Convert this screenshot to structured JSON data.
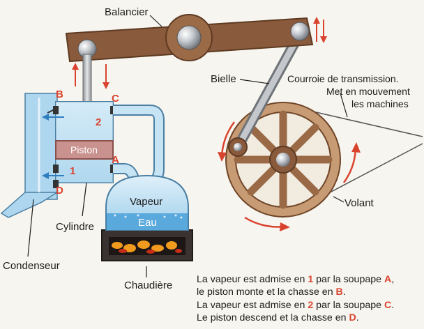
{
  "labels": {
    "balancier": "Balancier",
    "bielle": "Bielle",
    "courroie_1": "Courroie de transmission.",
    "courroie_2": "Met en mouvement",
    "courroie_3": "les machines",
    "volant": "Volant",
    "piston": "Piston",
    "vapeur": "Vapeur",
    "eau": "Eau",
    "cylindre": "Cylindre",
    "condenseur": "Condenseur",
    "chaudiere": "Chaudière"
  },
  "markers": {
    "a": "A",
    "b": "B",
    "c": "C",
    "d": "D",
    "one": "1",
    "two": "2"
  },
  "caption": {
    "line1": [
      "La vapeur est admise en ",
      "1",
      " par la soupape ",
      "A",
      ","
    ],
    "line2": [
      "le piston monte et la chasse en ",
      "B",
      "."
    ],
    "line3": [
      "La vapeur est admise en ",
      "2",
      " par la soupape ",
      "C",
      "."
    ],
    "line4": [
      "Le piston descend et la chasse en ",
      "D",
      "."
    ]
  },
  "colors": {
    "wood": "#8a5a3c",
    "steam_blue": "#b9dcef",
    "water_blue": "#5aa9dd",
    "piston": "#c9928f",
    "accent_red": "#d9432e"
  }
}
